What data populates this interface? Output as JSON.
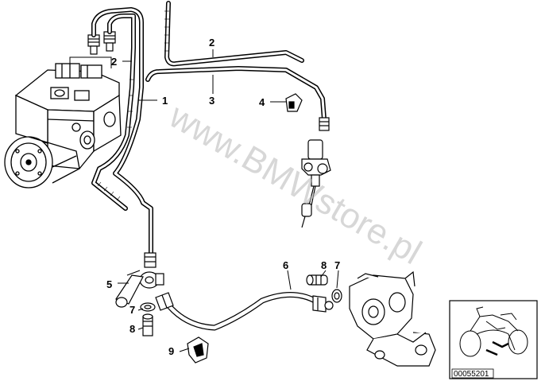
{
  "callouts": {
    "c1": "1",
    "c2a": "2",
    "c2b": "2",
    "c3": "3",
    "c4": "4",
    "c5": "5",
    "c6": "6",
    "c7a": "7",
    "c7b": "7",
    "c8a": "8",
    "c8b": "8",
    "c9": "9"
  },
  "watermark": "www.BMWstore.pl",
  "inset": {
    "code": "00055201",
    "icon": "motorcycle-icon"
  }
}
